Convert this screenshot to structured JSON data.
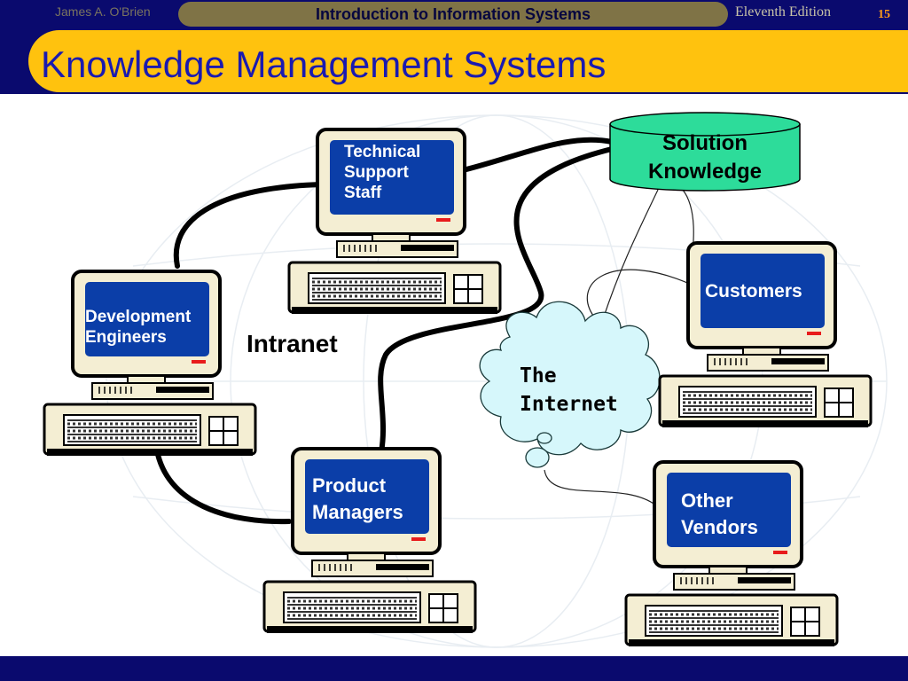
{
  "header": {
    "author": "James A. O'Brien",
    "course": "Introduction to Information Systems",
    "edition": "Eleventh Edition",
    "page": "15"
  },
  "slide": {
    "title": "Knowledge Management Systems"
  },
  "diagram": {
    "database": "Solution\nKnowledge",
    "intranet": "Intranet",
    "internet": "The\nInternet",
    "nodes": {
      "tech_support": "Technical\nSupport\nStaff",
      "dev_engineers": "Development\nEngineers",
      "product_managers": "Product\nManagers",
      "customers": "Customers",
      "other_vendors": "Other\nVendors"
    }
  },
  "colors": {
    "navy": "#0a0a6e",
    "title_band": "#ffc20e",
    "title_text": "#1a1ab0",
    "screen": "#0b3ea8",
    "monitor": "#f4eed3",
    "database": "#2ddc9a",
    "cloud": "#d6f7fb"
  }
}
